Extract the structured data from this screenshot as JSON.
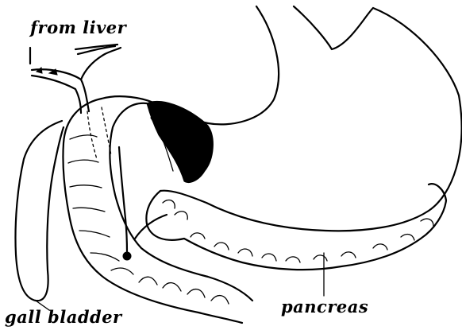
{
  "labels": {
    "liver": "from liver",
    "gallbladder": "gall bladder",
    "pancreas": "pancreas"
  }
}
